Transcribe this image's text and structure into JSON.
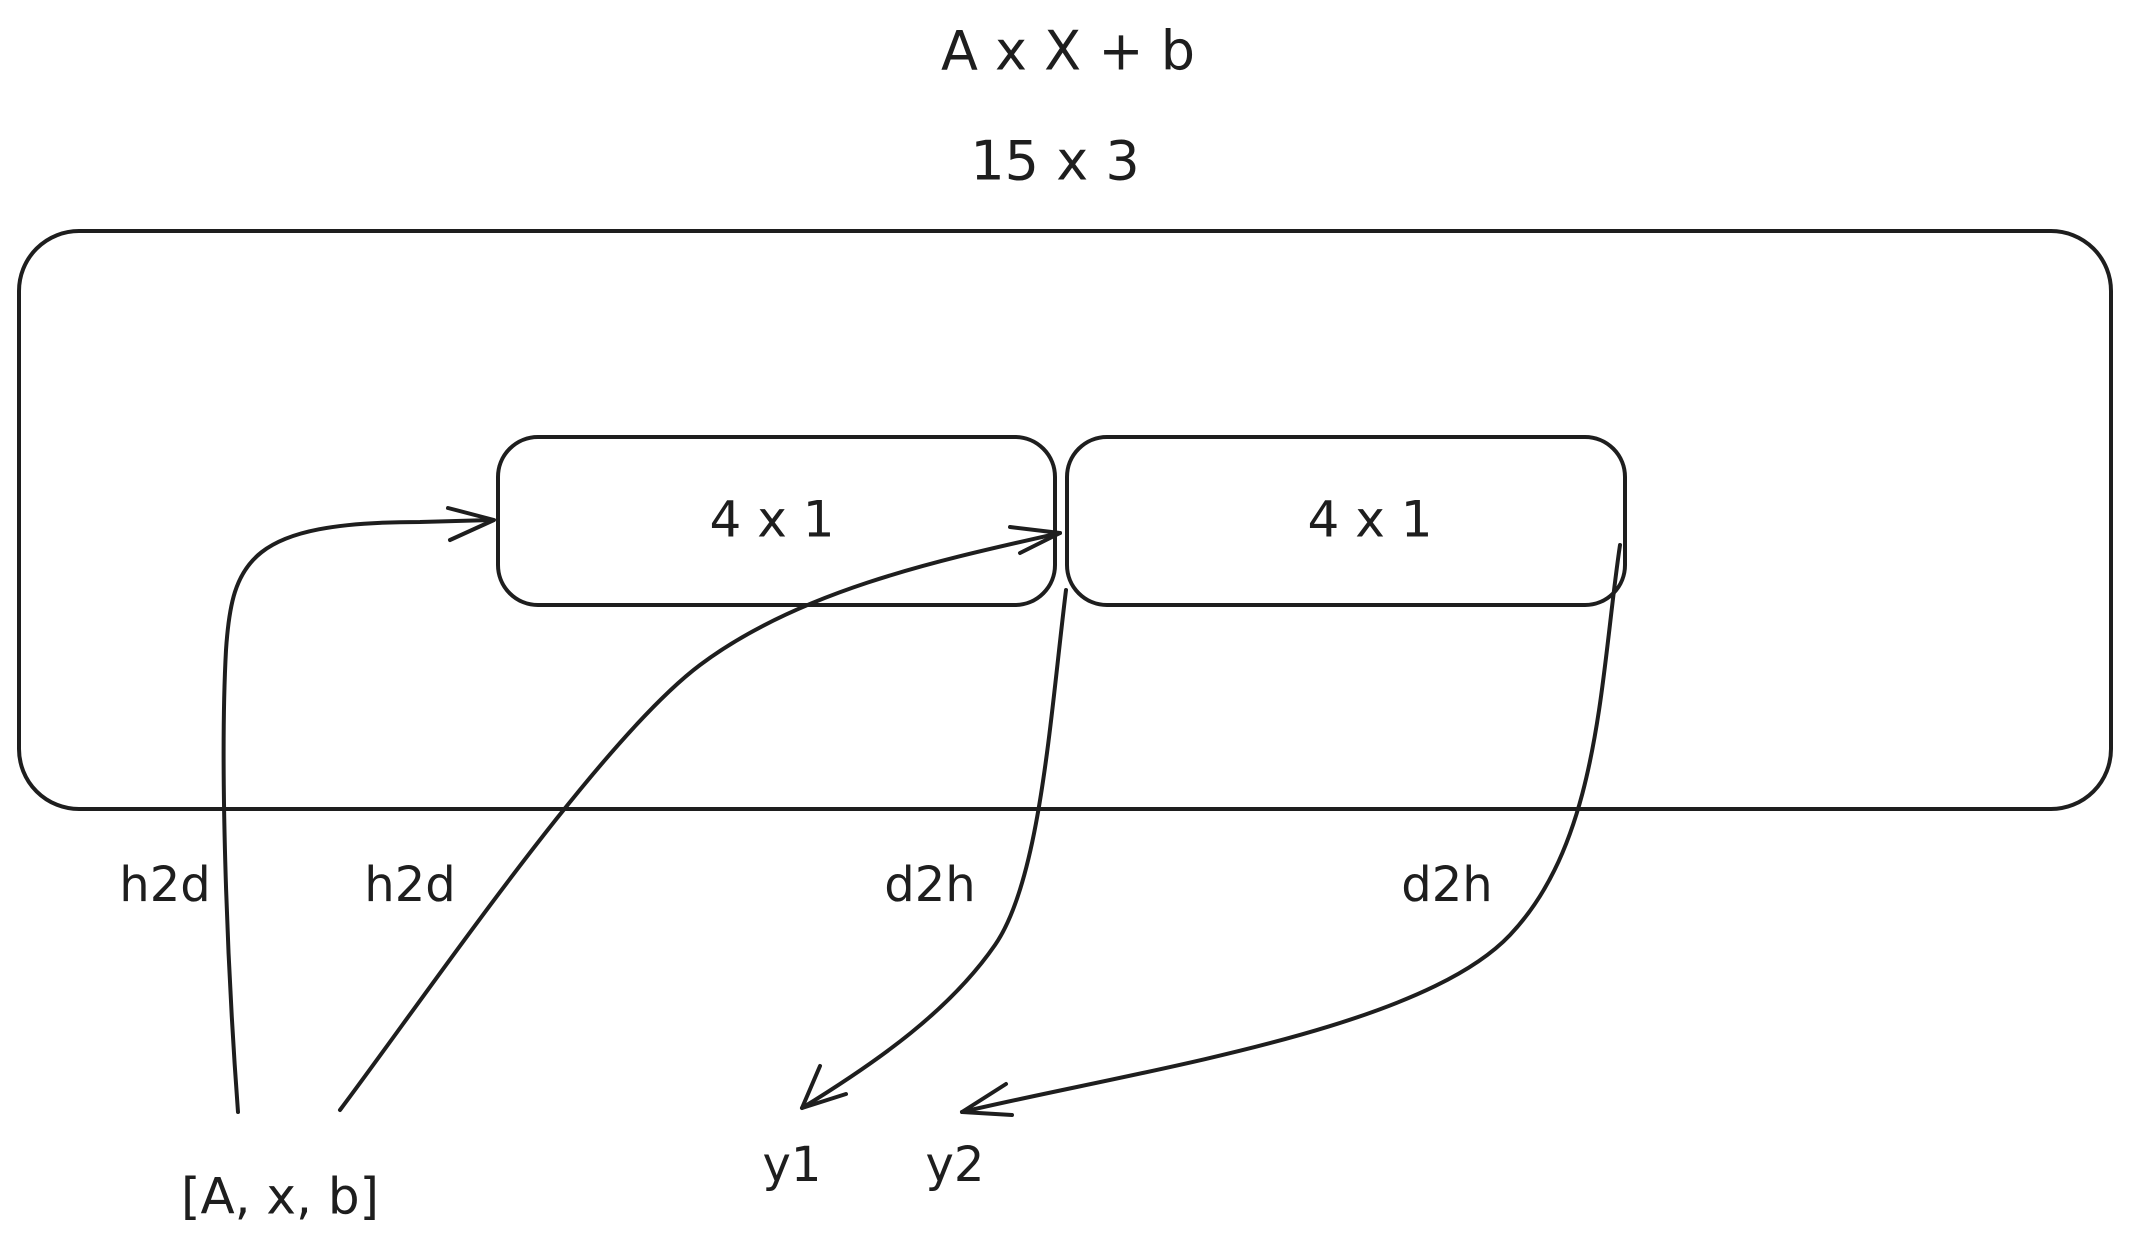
{
  "title": {
    "expression": "A x X + b",
    "dimensions": "15 x 3"
  },
  "blocks": [
    {
      "label": "4 x 1"
    },
    {
      "label": "4 x 1"
    }
  ],
  "transfers": {
    "h2d_a": "h2d",
    "h2d_b": "h2d",
    "d2h_a": "d2h",
    "d2h_b": "d2h"
  },
  "inputs": "[A, x, b]",
  "outputs": {
    "y1": "y1",
    "y2": "y2"
  }
}
